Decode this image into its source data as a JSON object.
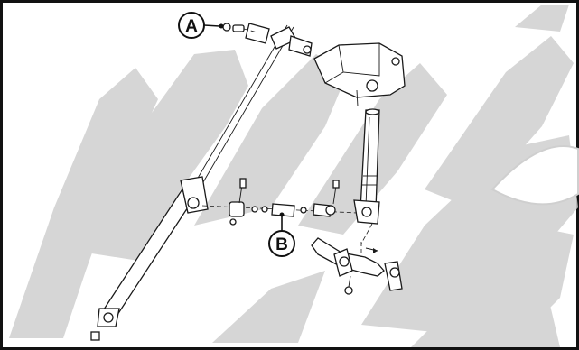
{
  "diagram": {
    "callouts": [
      {
        "id": "A",
        "label": "A"
      },
      {
        "id": "B",
        "label": "B"
      }
    ],
    "watermark_text": "DUNI",
    "colors": {
      "border": "#111111",
      "watermark": "#cfcfcf",
      "line": "#1a1a1a",
      "background": "#ffffff"
    }
  }
}
